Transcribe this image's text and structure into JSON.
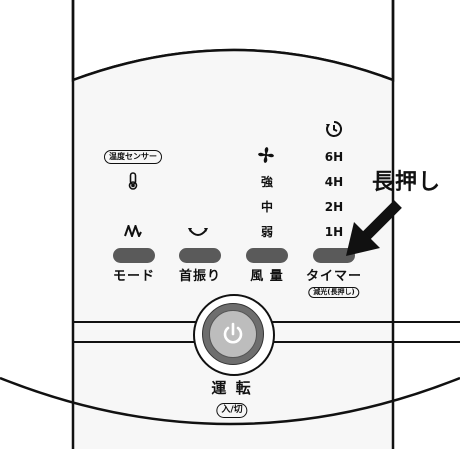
{
  "labels": {
    "mode": "モード",
    "swing": "首振り",
    "fan_speed": "風 量",
    "timer": "タイマー",
    "power": "運 転"
  },
  "tags": {
    "temp_sensor": "温度センサー",
    "timer_hold": "減光(長押し)",
    "power_toggle": "入/切"
  },
  "fan_levels": [
    "強",
    "中",
    "弱"
  ],
  "timer_hours": [
    "6H",
    "4H",
    "2H",
    "1H"
  ],
  "callout": "長押し",
  "icons": {
    "mode": [
      "thermometer-icon",
      "moon-icon",
      "zigzag-wave-icon"
    ],
    "swing": "swing-arc-icon",
    "fan": "fan-icon",
    "timer": "clock-icon",
    "power": "power-icon",
    "arrow": "callout-arrow-icon"
  },
  "colors": {
    "button": "#5a5a5a",
    "power_ring": "#6e6e6e",
    "power_fill": "#bdbdbd",
    "panel_bg": "#f7f7f7"
  }
}
